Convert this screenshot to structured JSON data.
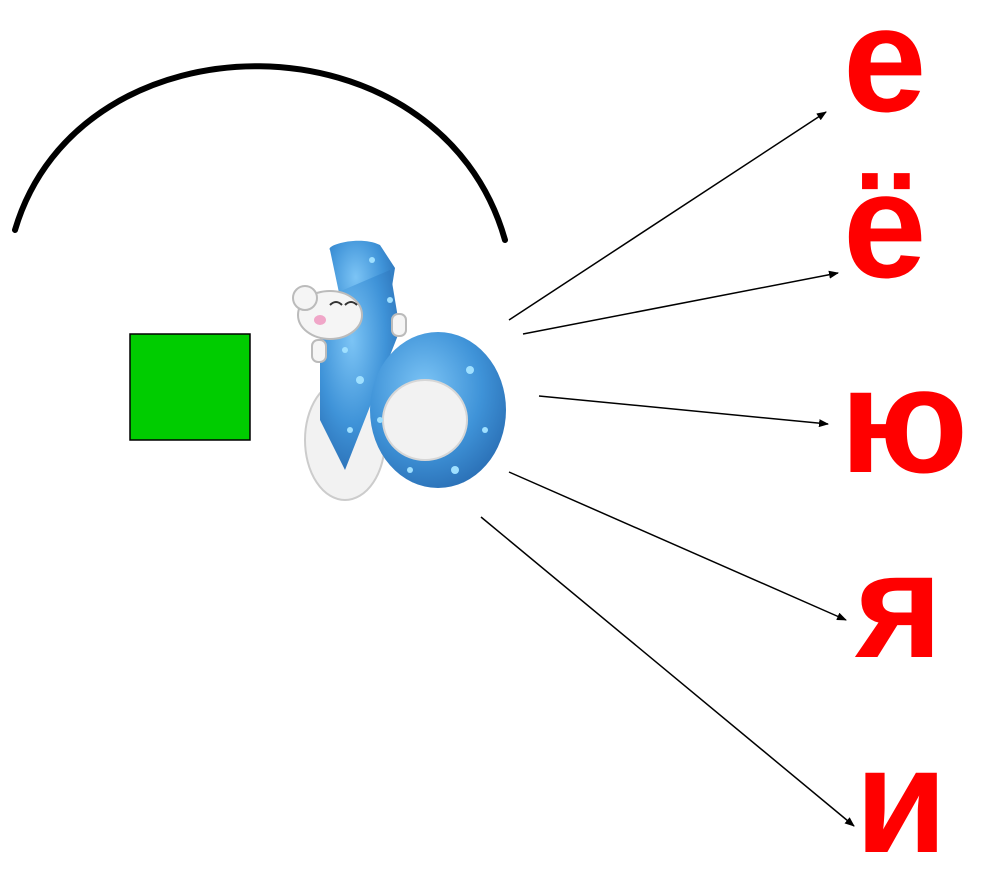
{
  "letters": [
    "е",
    "ё",
    "ю",
    "я",
    "и"
  ],
  "colors": {
    "letters": "#ff0000",
    "square_fill": "#00cc00",
    "square_stroke": "#000000",
    "arc": "#000000",
    "arrows": "#000000",
    "soft_sign_body": "#4a9fe0",
    "soft_sign_stars": "#8fd6ff",
    "mouse": "#eeeeee"
  },
  "central_figure": {
    "letter": "ь",
    "description_icon": "soft-sign-with-mouse-icon"
  }
}
